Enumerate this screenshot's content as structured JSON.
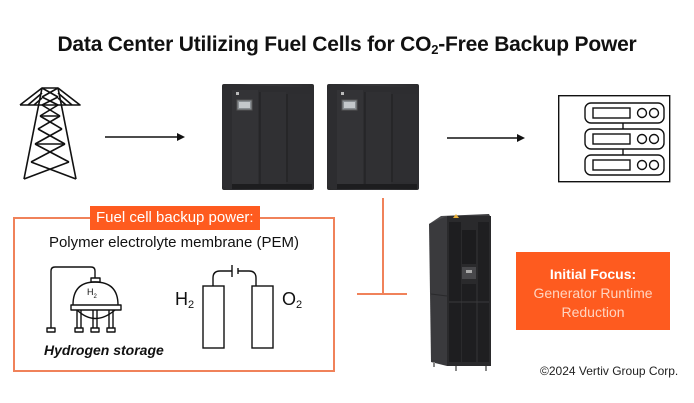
{
  "title": {
    "prefix": "Data Center Utilizing Fuel Cells for CO",
    "subscript": "2",
    "suffix": "-Free Backup Power"
  },
  "icons": {
    "grid": "transmission-tower-icon",
    "ups": "ups-cabinet-image",
    "servers": "server-rack-icon",
    "fuel_cell_unit": "fuel-cell-cabinet-image",
    "hydrogen_tank": "hydrogen-tank-icon",
    "pem_cell": "pem-fuel-cell-icon"
  },
  "fuel_cell_panel": {
    "label": "Fuel cell backup power:",
    "subtitle": "Polymer electrolyte membrane (PEM)",
    "tank_label": "H",
    "tank_label_sub": "2",
    "storage_caption": "Hydrogen storage",
    "h2_label": "H",
    "h2_sub": "2",
    "o2_label": "O",
    "o2_sub": "2"
  },
  "focus": {
    "title": "Initial Focus:",
    "line1": "Generator Runtime",
    "line2": "Reduction"
  },
  "copyright": "©2024 Vertiv Group Corp.",
  "colors": {
    "accent": "#fe5b1f",
    "accent_line": "#f0825a",
    "ink": "#111111",
    "cabinet": "#2f2f32"
  }
}
